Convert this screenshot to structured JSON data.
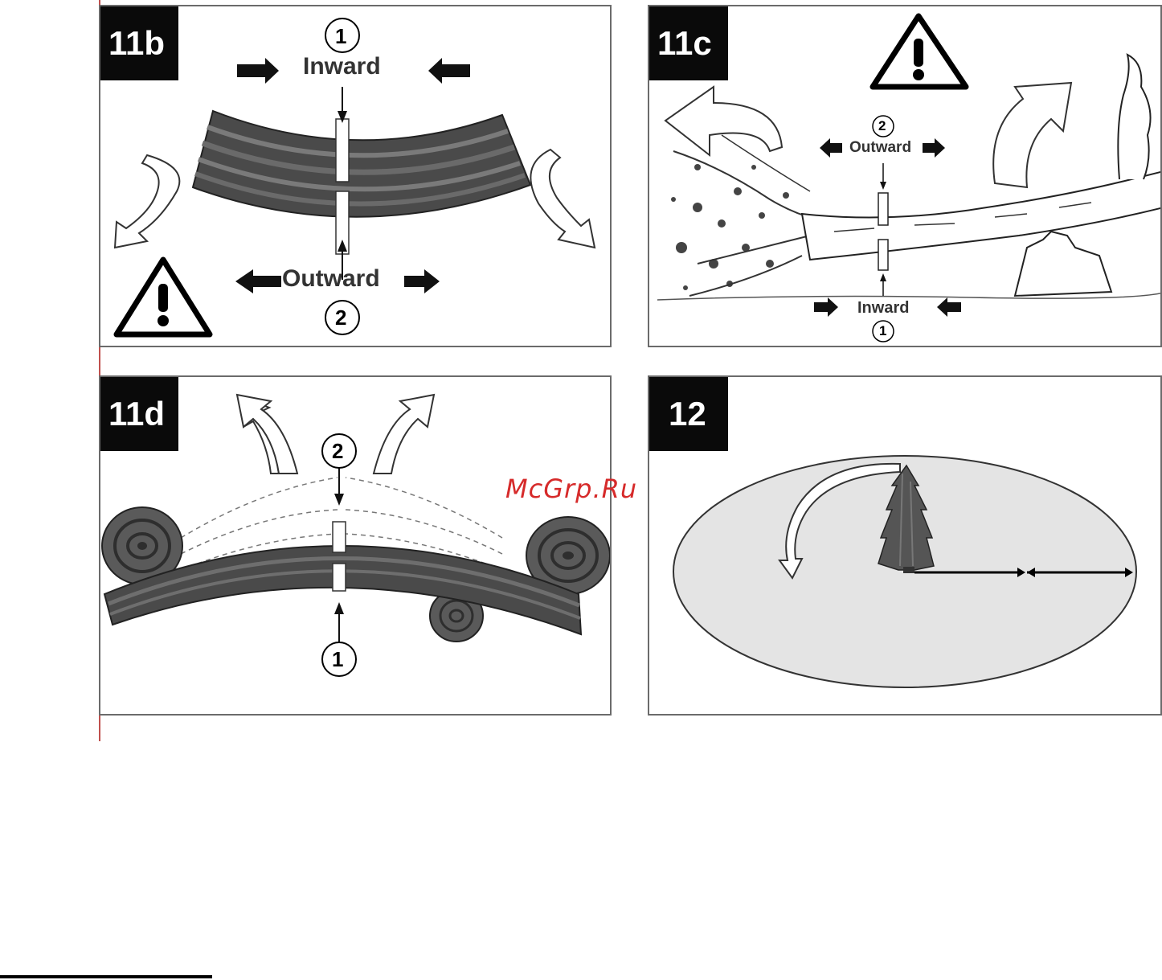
{
  "panels": {
    "p11b": {
      "label": "11b",
      "marker_top": "1",
      "marker_bottom": "2",
      "top_text": "Inward",
      "bottom_text": "Outward",
      "warning_icon": "warning-triangle"
    },
    "p11c": {
      "label": "11c",
      "marker_top": "2",
      "marker_bottom": "1",
      "top_text": "Outward",
      "bottom_text": "Inward",
      "warning_icon": "warning-triangle"
    },
    "p11d": {
      "label": "11d",
      "marker_top": "2",
      "marker_bottom": "1"
    },
    "p12": {
      "label": "12"
    }
  },
  "watermark": "McGrp.Ru",
  "colors": {
    "panel_border": "#6b6b6b",
    "label_bg": "#0a0a0a",
    "wood_dark": "#3a3a3a",
    "ellipse_fill": "#e4e4e4",
    "watermark": "#d62a2a",
    "margin_line": "#c0504d"
  }
}
